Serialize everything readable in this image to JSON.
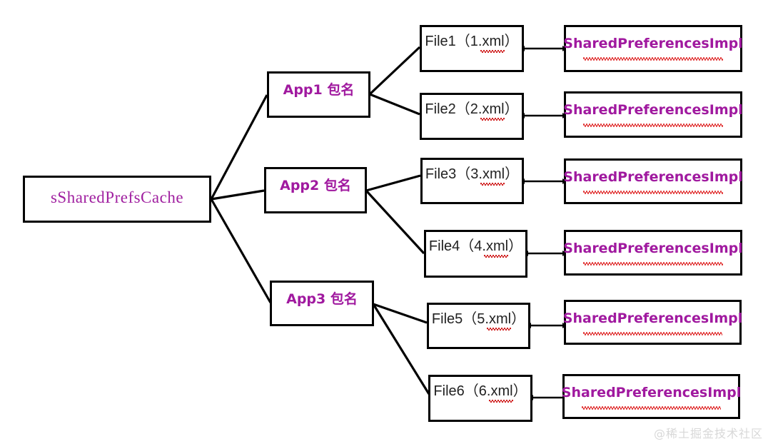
{
  "diagram": {
    "title": "sSharedPrefsCache structure",
    "colors": {
      "purple": "#A0199F",
      "root_purple": "#A020A0",
      "file_text": "#222222",
      "stroke": "#000000",
      "spellcheck_red": "#e03030",
      "watermark": "#d8d8d8",
      "background": "#ffffff"
    },
    "root": {
      "label": "sSharedPrefsCache"
    },
    "apps": [
      {
        "label": "App1 包名"
      },
      {
        "label": "App2 包名"
      },
      {
        "label": "App3 包名"
      }
    ],
    "files": [
      {
        "name": "File1",
        "paren_open": "（",
        "file": "1.xml",
        "paren_close": "）"
      },
      {
        "name": "File2",
        "paren_open": "（",
        "file": "2.xml",
        "paren_close": "）"
      },
      {
        "name": "File3",
        "paren_open": "（",
        "file": "3.xml",
        "paren_close": "）"
      },
      {
        "name": "File4",
        "paren_open": "（",
        "file": "4.xml",
        "paren_close": "）"
      },
      {
        "name": "File5",
        "paren_open": "（",
        "file": "5.xml",
        "paren_close": "）"
      },
      {
        "name": "File6",
        "paren_open": "（",
        "file": "6.xml",
        "paren_close": "）"
      }
    ],
    "impls": [
      {
        "label": "SharedPreferencesImpl"
      },
      {
        "label": "SharedPreferencesImpl"
      },
      {
        "label": "SharedPreferencesImpl"
      },
      {
        "label": "SharedPreferencesImpl"
      },
      {
        "label": "SharedPreferencesImpl"
      },
      {
        "label": "SharedPreferencesImpl"
      }
    ],
    "watermark": "@稀土掘金技术社区"
  }
}
